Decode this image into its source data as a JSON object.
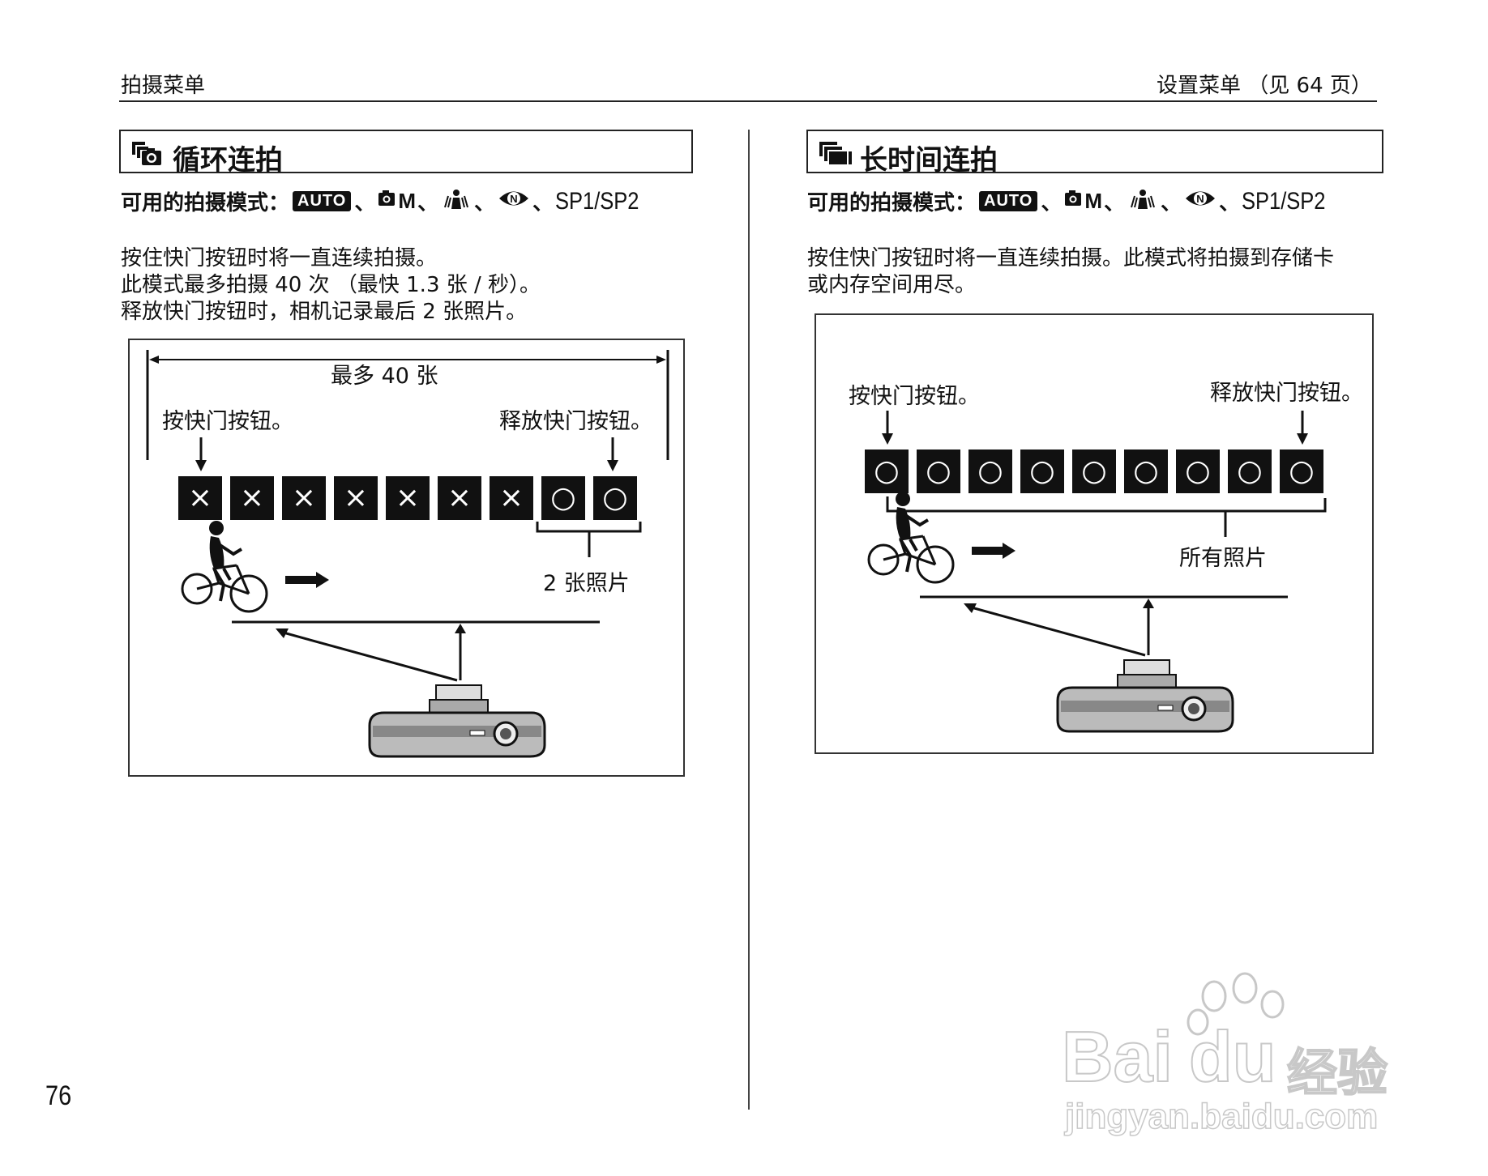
{
  "header": {
    "left": "拍摄菜单",
    "right": "设置菜单 （见 64 页）"
  },
  "left_section": {
    "title": "循环连拍",
    "modes_label": "可用的拍摄模式：",
    "modes_auto": "AUTO",
    "modes_sep": "、",
    "modes_m": "M",
    "modes_n": "N",
    "modes_sp": "SP1/SP2",
    "desc": [
      "按住快门按钮时将一直连续拍摄。",
      "此模式最多拍摄 40 次 （最快 1.3 张 / 秒）。",
      "释放快门按钮时，相机记录最后 2 张照片。"
    ],
    "diagram": {
      "max_label": "最多 40 张",
      "press_label": "按快门按钮。",
      "release_label": "释放快门按钮。",
      "frames": [
        "×",
        "×",
        "×",
        "×",
        "×",
        "×",
        "×",
        "○",
        "○"
      ],
      "saved_label": "2 张照片"
    }
  },
  "right_section": {
    "title": "长时间连拍",
    "modes_label": "可用的拍摄模式：",
    "modes_auto": "AUTO",
    "modes_sep": "、",
    "modes_m": "M",
    "modes_n": "N",
    "modes_sp": "SP1/SP2",
    "desc": [
      "按住快门按钮时将一直连续拍摄。此模式将拍摄到存储卡",
      "或内存空间用尽。"
    ],
    "diagram": {
      "press_label": "按快门按钮。",
      "release_label": "释放快门按钮。",
      "frames": [
        "○",
        "○",
        "○",
        "○",
        "○",
        "○",
        "○",
        "○",
        "○"
      ],
      "saved_label": "所有照片"
    }
  },
  "page_number": "76",
  "watermark": {
    "brand": "Bai",
    "brand2": "du",
    "cn": "经验",
    "url": "jingyan.baidu.com"
  }
}
